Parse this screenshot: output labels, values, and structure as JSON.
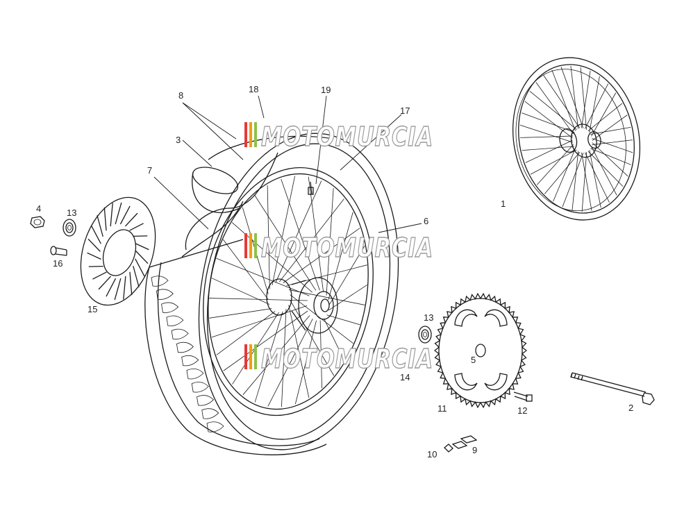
{
  "colors": {
    "line": "#1a1a1a",
    "watermark_outline": "#9a9a9a",
    "watermark_bar_red": "#e53935",
    "watermark_bar_orange": "#f39c12",
    "watermark_bar_green": "#8bc34a"
  },
  "watermark": {
    "text": "MOTOMURCIA"
  },
  "callouts": {
    "c1": "1",
    "c2": "2",
    "c3": "3",
    "c4": "4",
    "c5": "5",
    "c6": "6",
    "c7": "7",
    "c8": "8",
    "c9": "9",
    "c10": "10",
    "c11": "11",
    "c12": "12",
    "c13a": "13",
    "c13b": "13",
    "c14": "14",
    "c15": "15",
    "c16": "16",
    "c17": "17",
    "c18": "18",
    "c19": "19"
  },
  "parts": [
    "complete-wheel",
    "wheel-axle",
    "rim-tape",
    "axle-nut",
    "hub",
    "tire",
    "inner-tube",
    "spoke-set",
    "sprocket-nut",
    "chain-link",
    "rear-sprocket",
    "sprocket-bolt",
    "bearing",
    "spacer",
    "brake-disc",
    "disc-bolt",
    "spoke-nipple",
    "rim",
    "valve"
  ]
}
